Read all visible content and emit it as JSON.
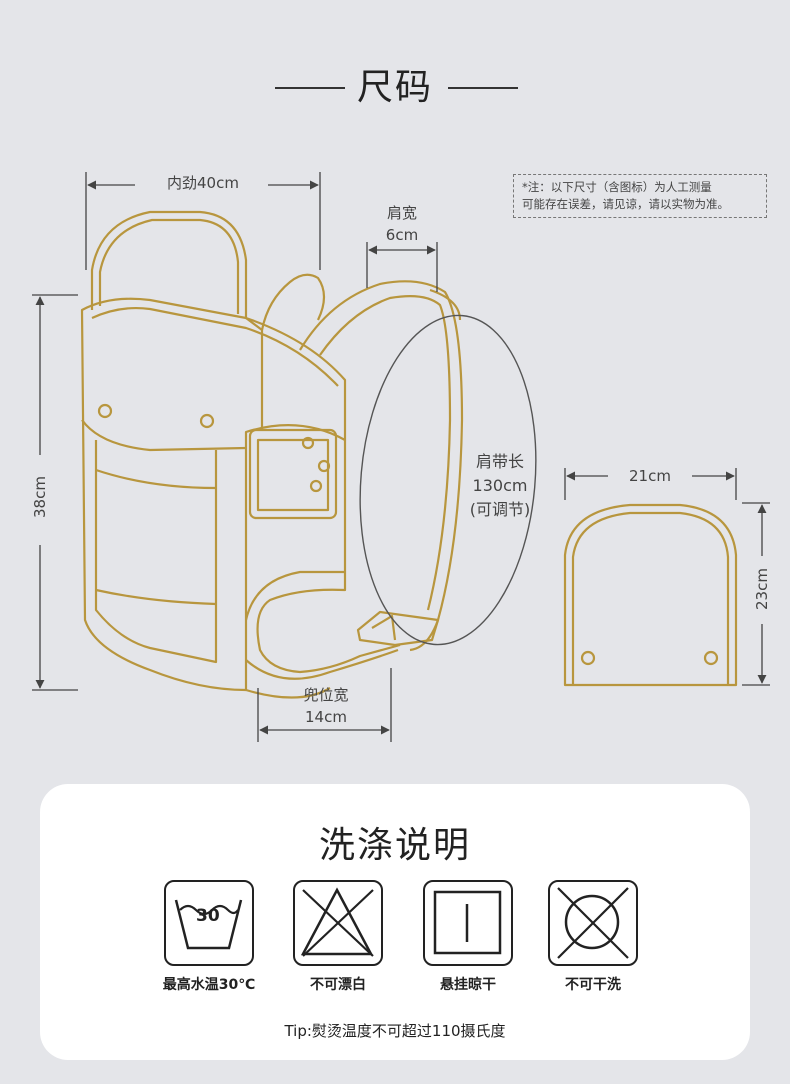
{
  "title": "尺码",
  "note": {
    "line1": "*注：以下尺寸（含图标）为人工测量",
    "line2": "可能存在误差，请见谅，请以实物为准。"
  },
  "dimensions": {
    "inner_width": "内劲40cm",
    "shoulder_title": "肩宽",
    "shoulder_value": "6cm",
    "strap_title": "肩带长",
    "strap_value": "130cm",
    "strap_note": "(可调节)",
    "seat_title": "兜位宽",
    "seat_value": "14cm",
    "height": "38cm",
    "headrest_width": "21cm",
    "headrest_height": "23cm"
  },
  "colors": {
    "outline": "#b8963e",
    "background": "#e4e5e9",
    "dim_line": "#444444"
  },
  "wash": {
    "title": "洗涤说明",
    "icons": [
      {
        "icon": "wash-30-icon",
        "temp": "30",
        "label": "最高水温30℃"
      },
      {
        "icon": "no-bleach-icon",
        "label": "不可漂白"
      },
      {
        "icon": "hang-dry-icon",
        "label": "悬挂晾干"
      },
      {
        "icon": "no-dry-clean-icon",
        "label": "不可干洗"
      }
    ],
    "tip": "Tip:熨烫温度不可超过110摄氏度"
  }
}
